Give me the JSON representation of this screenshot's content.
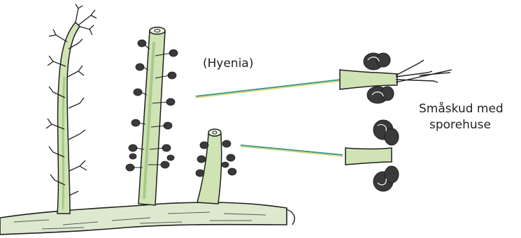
{
  "labels": {
    "hyenia": "(Hyenia)",
    "caption_line1": "Småskud med",
    "caption_line2": "sporehuse"
  },
  "colors": {
    "stem_green": "#cfe3b4",
    "stem_shade": "#a9c98a",
    "ink": "#1f1f1f",
    "sporangium": "#3a3a3a",
    "pointer_line": "#3f9a86",
    "pointer_yellow": "#d9cf55",
    "background": "#ffffff"
  },
  "illustration": {
    "subject": "three upright plant stems on a horizontal rhizome, with two enlarged detail sketches of small shoots bearing sporangia",
    "icons": [
      "plant-stem",
      "rhizome",
      "sporangium",
      "pointer-line"
    ]
  }
}
